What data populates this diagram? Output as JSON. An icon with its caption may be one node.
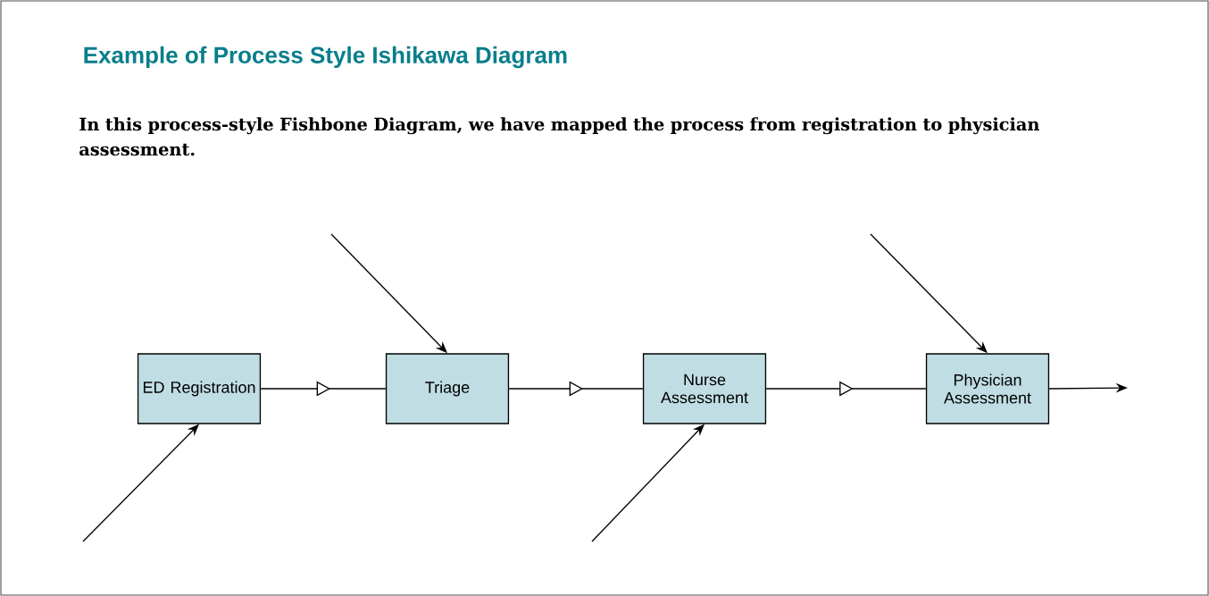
{
  "diagram": {
    "title": "Example of Process Style Ishikawa Diagram",
    "caption": "In this process-style Fishbone Diagram, we have mapped the process from registration to physician assessment.",
    "nodes": [
      {
        "text": [
          "ED Registration"
        ]
      },
      {
        "text": [
          "Triage"
        ]
      },
      {
        "text": [
          "Nurse Assessment"
        ]
      },
      {
        "text": [
          "Physician Assessment"
        ]
      }
    ],
    "edges": [
      {
        "from": 0,
        "to": 1,
        "arrow": "to"
      },
      {
        "from": 1,
        "to": 2,
        "arrow": "to"
      },
      {
        "from": 2,
        "to": 3,
        "arrow": "to"
      },
      {
        "from": 3,
        "to": null,
        "arrow": "to"
      },
      {
        "from": null,
        "to": 0,
        "arrow": "to"
      },
      {
        "from": null,
        "to": 1,
        "arrow": "to"
      },
      {
        "from": null,
        "to": 2,
        "arrow": "to"
      },
      {
        "from": null,
        "to": 3,
        "arrow": "to"
      }
    ]
  }
}
